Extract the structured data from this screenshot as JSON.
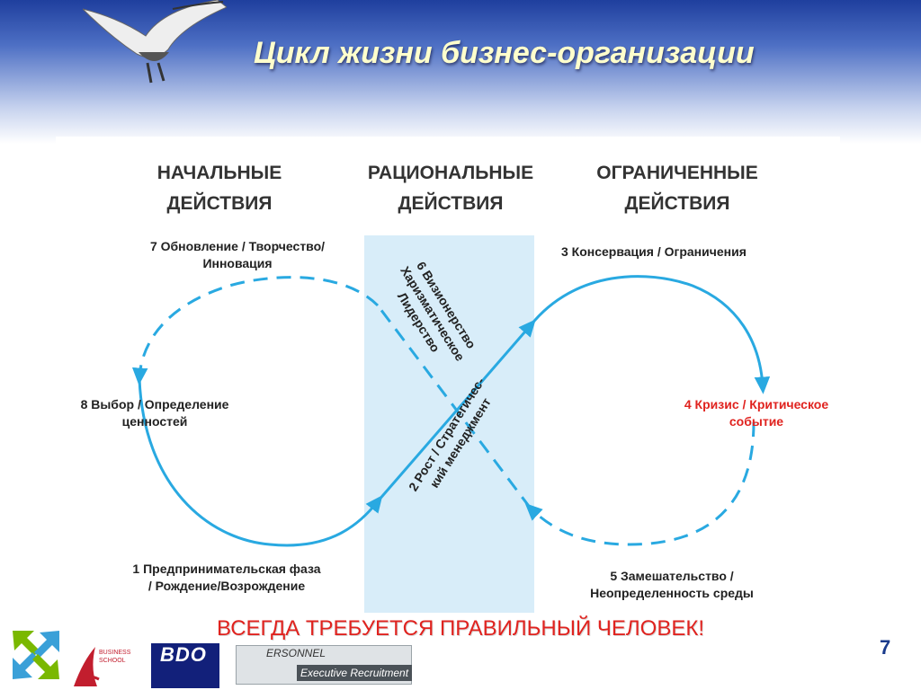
{
  "title": "Цикл жизни бизнес-организации",
  "phases": {
    "initial_line1": "НАЧАЛЬНЫЕ",
    "initial_line2": "ДЕЙСТВИЯ",
    "rational_line1": "РАЦИОНАЛЬНЫЕ",
    "rational_line2": "ДЕЙСТВИЯ",
    "limited_line1": "ОГРАНИЧЕННЫЕ",
    "limited_line2": "ДЕЙСТВИЯ"
  },
  "stages": {
    "s1_line1": "1  Предпринимательская фаза",
    "s1_line2": "/ Рождение/Возрождение",
    "s2_line1": "2  Рост / Стратегичес-",
    "s2_line2": "кий менеджмент",
    "s3": "3  Консервация  / Ограничения",
    "s4_line1": "4  Кризис / Критическое",
    "s4_line2": "событие",
    "s5_line1": "5  Замешательство  /",
    "s5_line2": "Неопределенность  среды",
    "s6_line1": "6  Визионерство",
    "s6_line2": "Харизматическое",
    "s6_line3": "Лидерство",
    "s7_line1": "7  Обновление  / Творчество/",
    "s7_line2": "Инновация",
    "s8_line1": "8  Выбор / Определение",
    "s8_line2": "ценностей"
  },
  "banner": "ВСЕГДА ТРЕБУЕТСЯ ПРАВИЛЬНЫЙ ЧЕЛОВЕК!",
  "page_number": "7",
  "logos": {
    "business_school_line1": "BUSINESS",
    "business_school_line2": "SCHOOL",
    "bdo": "BDO",
    "personnel": "ERSONNEL",
    "executive": "Executive Recruitment"
  },
  "colors": {
    "curve": "#29a9e1",
    "crisis_text": "#e0231f",
    "banner_text": "#e0231f",
    "band": "#d8edf9",
    "title_text": "#ffffcc"
  }
}
